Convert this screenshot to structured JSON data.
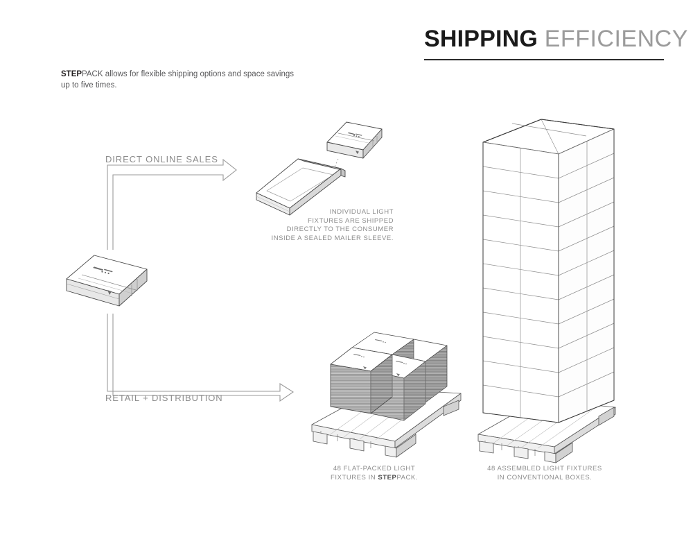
{
  "header": {
    "title_strong": "SHIPPING",
    "title_light": "EFFICIENCY"
  },
  "intro": {
    "lead": "STEP",
    "body": "PACK allows for flexible shipping options and space savings up to five times."
  },
  "flow": {
    "online_label": "DIRECT ONLINE SALES",
    "retail_label": "RETAIL + DISTRIBUTION"
  },
  "captions": {
    "mailer": "INDIVIDUAL LIGHT FIXTURES ARE SHIPPED DIRECTLY TO THE CONSUMER INSIDE A SEALED MAILER SLEEVE.",
    "mailer_lines": [
      "INDIVIDUAL LIGHT",
      "FIXTURES ARE SHIPPED",
      "DIRECTLY TO THE CONSUMER",
      "INSIDE A SEALED MAILER SLEEVE."
    ],
    "flatpack_line1": "48 FLAT-PACKED LIGHT",
    "flatpack_line2_pre": "FIXTURES IN ",
    "flatpack_line2_strong": "STEP",
    "flatpack_line2_post": "PACK.",
    "conventional_line1": "48 ASSEMBLED LIGHT FIXTURES",
    "conventional_line2": "IN CONVENTIONAL BOXES."
  },
  "illustration": {
    "source_package_name": "steppack-flat-box",
    "mailer_sleeve_name": "sealed-mailer-sleeve",
    "consumer_box_name": "consumer-light-fixture-box",
    "flat_pallet_name": "flat-packed-pallet",
    "conventional_pallet_name": "conventional-boxes-pallet",
    "conventional_stack_layers": 11,
    "conventional_boxes_per_layer": 4,
    "flatpack_columns": 4,
    "flatpack_rows": 2
  },
  "colors": {
    "ink": "#231f20",
    "muted": "#8c8c8c",
    "line": "#6f6f6f",
    "rule": "#2b2b2b",
    "box_fill": "#ffffff",
    "stack_gray": "#a9a9a9",
    "shade_gray": "#d7d7d7"
  }
}
